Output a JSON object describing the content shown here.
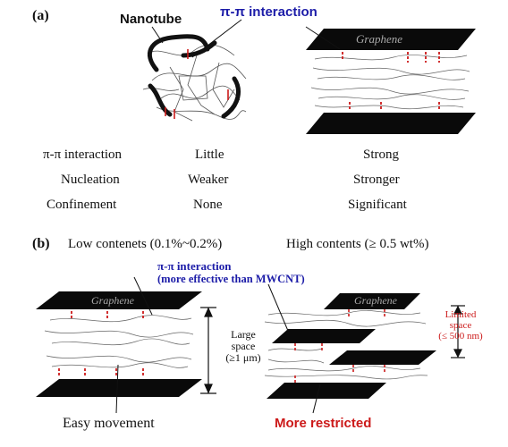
{
  "panel_a": {
    "label": "(a)",
    "nanotube_label": "Nanotube",
    "pi_label": "π-π interaction",
    "graphene_label": "Graphene",
    "table": {
      "rows": [
        {
          "property": "π-π interaction",
          "low": "Little",
          "high": "Strong"
        },
        {
          "property": "Nucleation",
          "low": "Weaker",
          "high": "Stronger"
        },
        {
          "property": "Confinement",
          "low": "None",
          "high": "Significant"
        }
      ]
    }
  },
  "panel_b": {
    "label": "(b)",
    "low_heading": "Low contenets (0.1%~0.2%)",
    "high_heading": "High contents (≥ 0.5 wt%)",
    "pi_label": "π-π interaction",
    "pi_note": "(more effective than MWCNT)",
    "graphene_left": "Graphene",
    "graphene_right": "Graphene",
    "large_space": [
      "Large",
      "space",
      "(≥1 μm)"
    ],
    "limited_space": [
      "Limited",
      "space",
      "(≤ 500 nm)"
    ],
    "easy_movement": "Easy movement",
    "more_restricted": "More restricted"
  },
  "colors": {
    "blue": "#1c1ca8",
    "red": "#cc1a1a",
    "sheet": "#0a0a0a"
  }
}
